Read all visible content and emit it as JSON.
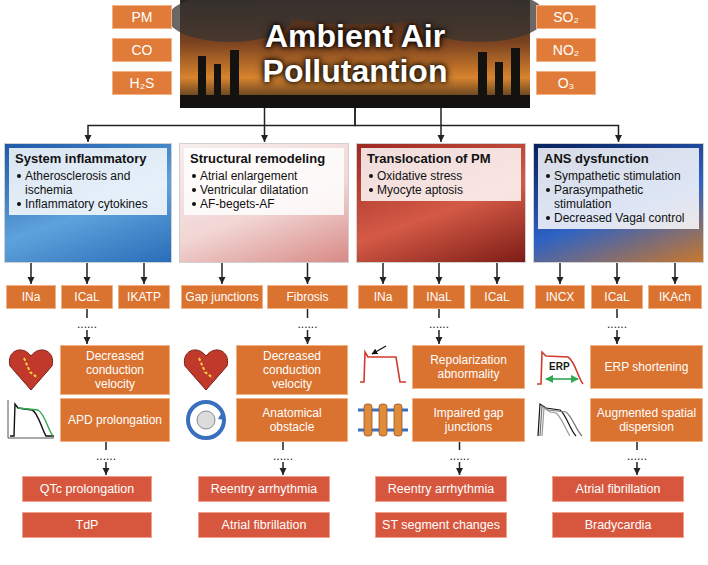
{
  "diagram": {
    "nodes": [
      {
        "text": [
          "PM"
        ]
      },
      {
        "text": [
          "CO"
        ]
      },
      {
        "text": [
          "H₂S"
        ]
      },
      {
        "text": [
          "SO₂"
        ]
      },
      {
        "text": [
          "NO₂"
        ]
      },
      {
        "text": [
          "O₃"
        ]
      },
      {
        "text": [
          "Ambient Air Pollutantion"
        ]
      },
      {
        "text": [
          "System inflammatory",
          "Atherosclerosis and ischemia",
          "Inflammatory cytokines"
        ]
      },
      {
        "text": [
          "INa"
        ]
      },
      {
        "text": [
          "ICaL"
        ]
      },
      {
        "text": [
          "IKATP"
        ]
      },
      {
        "text": [
          "Decreased conduction velocity"
        ]
      },
      {
        "text": [
          "APD prolongation"
        ]
      },
      {
        "text": [
          "QTc prolongation"
        ]
      },
      {
        "text": [
          "TdP"
        ]
      },
      {
        "text": [
          "Structural remodeling",
          "Atrial enlargement",
          "Ventricular dilatation",
          "AF-begets-AF"
        ]
      },
      {
        "text": [
          "Gap junctions"
        ]
      },
      {
        "text": [
          "Fibrosis"
        ]
      },
      {
        "text": [
          "Decreased conduction velocity"
        ]
      },
      {
        "text": [
          "Anatomical obstacle"
        ]
      },
      {
        "text": [
          "Reentry arrhythmia"
        ]
      },
      {
        "text": [
          "Atrial fibrillation"
        ]
      },
      {
        "text": [
          "Translocation of PM",
          "Oxidative stress",
          "Myocyte aptosis"
        ]
      },
      {
        "text": [
          "INa"
        ]
      },
      {
        "text": [
          "INaL"
        ]
      },
      {
        "text": [
          "ICaL"
        ]
      },
      {
        "text": [
          "Repolarization abnormality"
        ]
      },
      {
        "text": [
          "Impaired gap junctions"
        ]
      },
      {
        "text": [
          "Reentry arrhythmia"
        ]
      },
      {
        "text": [
          "ST segment changes"
        ]
      },
      {
        "text": [
          "ANS dysfunction",
          "Sympathetic stimulation",
          "Parasympathetic stimulation",
          "Decreased Vagal control"
        ]
      },
      {
        "text": [
          "INCX"
        ]
      },
      {
        "text": [
          "ICaL"
        ]
      },
      {
        "text": [
          "IKAch"
        ]
      },
      {
        "text": [
          "ERP shortening"
        ]
      },
      {
        "text": [
          "Augmented spatial dispersion"
        ]
      },
      {
        "text": [
          "Atrial fibrillation"
        ]
      },
      {
        "text": [
          "Bradycardia"
        ]
      }
    ],
    "edges": [
      {
        "from": 6,
        "to": 7,
        "arrow": "to"
      },
      {
        "from": 6,
        "to": 15,
        "arrow": "to"
      },
      {
        "from": 6,
        "to": 22,
        "arrow": "to"
      },
      {
        "from": 6,
        "to": 30,
        "arrow": "to"
      },
      {
        "from": 7,
        "to": 8,
        "arrow": "to"
      },
      {
        "from": 7,
        "to": 9,
        "arrow": "to"
      },
      {
        "from": 7,
        "to": 10,
        "arrow": "to"
      },
      {
        "from": 15,
        "to": 16,
        "arrow": "to"
      },
      {
        "from": 15,
        "to": 17,
        "arrow": "to"
      },
      {
        "from": 22,
        "to": 23,
        "arrow": "to"
      },
      {
        "from": 22,
        "to": 24,
        "arrow": "to"
      },
      {
        "from": 22,
        "to": 25,
        "arrow": "to"
      },
      {
        "from": 30,
        "to": 31,
        "arrow": "to"
      },
      {
        "from": 30,
        "to": 32,
        "arrow": "to"
      },
      {
        "from": 30,
        "to": 33,
        "arrow": "to"
      },
      {
        "from": 9,
        "to": 11,
        "label": "......",
        "arrow": "to"
      },
      {
        "from": 12,
        "to": 13,
        "label": "......",
        "arrow": "to"
      },
      {
        "from": 17,
        "to": 18,
        "label": "......",
        "arrow": "to"
      },
      {
        "from": 19,
        "to": 20,
        "label": "......",
        "arrow": "to"
      },
      {
        "from": 24,
        "to": 26,
        "label": "......",
        "arrow": "to"
      },
      {
        "from": 27,
        "to": 28,
        "label": "......",
        "arrow": "to"
      },
      {
        "from": 32,
        "to": 34,
        "label": "......",
        "arrow": "to"
      },
      {
        "from": 35,
        "to": 36,
        "label": "......",
        "arrow": "to"
      }
    ],
    "labels": [
      "ERP"
    ]
  }
}
